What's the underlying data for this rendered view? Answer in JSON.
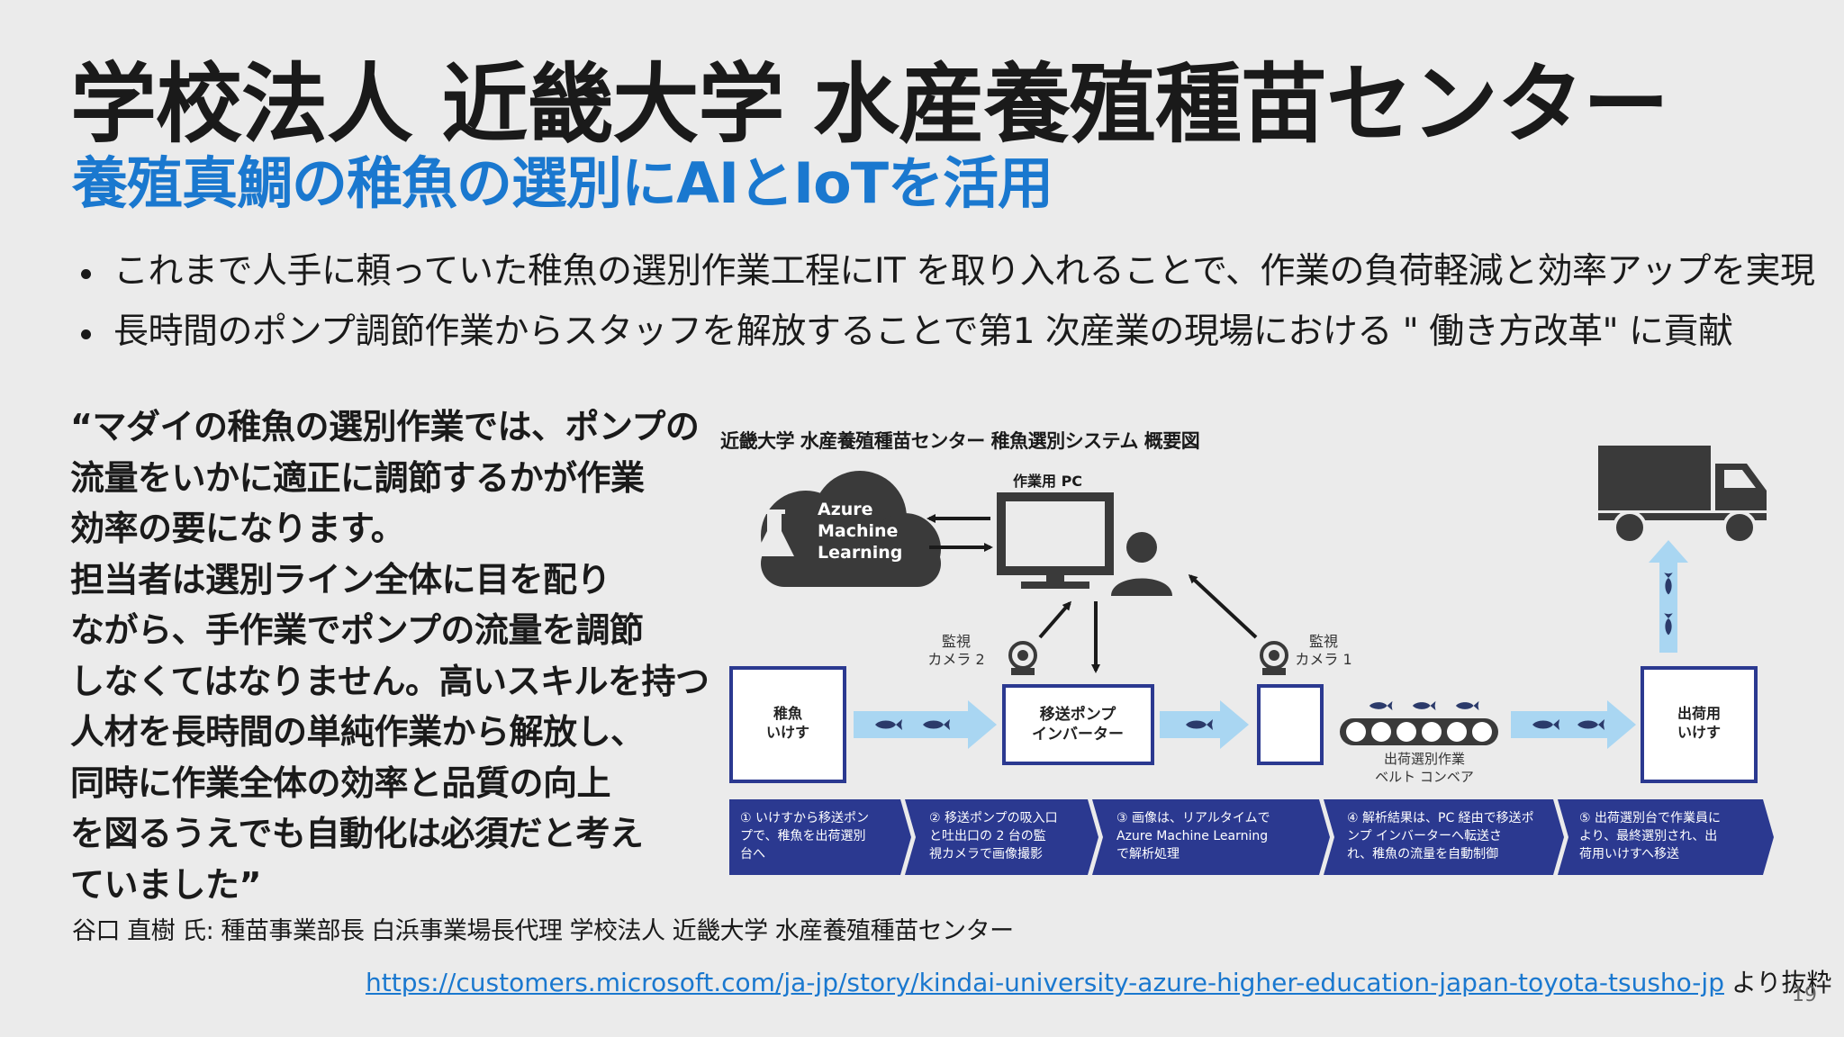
{
  "slide": {
    "title": "学校法人 近畿大学 水産養殖種苗センター",
    "subtitle": "養殖真鯛の稚魚の選別にAIとIoTを活用",
    "bullets": [
      "これまで人手に頼っていた稚魚の選別作業工程にIT を取り入れることで、作業の負荷軽減と効率アップを実現",
      "長時間のポンプ調節作業からスタッフを解放することで第1 次産業の現場における \" 働き方改革\" に貢献"
    ],
    "quote_lines": [
      "“マダイの稚魚の選別作業では、ポンプの",
      "流量をいかに適正に調節するかが作業",
      "効率の要になります。",
      "担当者は選別ライン全体に目を配り",
      "ながら、手作業でポンプの流量を調節",
      "しなくてはなりません。高いスキルを持つ",
      "人材を長時間の単純作業から解放し、",
      "同時に作業全体の効率と品質の向上",
      "を図るうえでも自動化は必須だと考え",
      "ていました”"
    ],
    "attribution": "谷口 直樹 氏: 種苗事業部長 白浜事業場長代理 学校法人 近畿大学 水産養殖種苗センター",
    "source_url": "https://customers.microsoft.com/ja-jp/story/kindai-university-azure-higher-education-japan-toyota-tsusho-jp",
    "source_suffix": "より抜粋",
    "page_number": "19"
  },
  "diagram": {
    "title": "近畿大学 水産養殖種苗センター 稚魚選別システム 概要図",
    "cloud_lines": [
      "Azure",
      "Machine",
      "Learning"
    ],
    "pc_label": "作業用 PC",
    "camera2": [
      "監視",
      "カメラ 2"
    ],
    "camera1": [
      "監視",
      "カメラ 1"
    ],
    "box_fry": [
      "稚魚",
      "いけす"
    ],
    "box_pump": [
      "移送ポンプ",
      "インバーター"
    ],
    "box_ship": [
      "出荷用",
      "いけす"
    ],
    "conveyor": [
      "出荷選別作業",
      "ベルト コンベア"
    ],
    "steps": [
      [
        "① いけすから移送ポン",
        "プで、稚魚を出荷選別",
        "台へ"
      ],
      [
        "② 移送ポンプの吸入口",
        "と吐出口の 2 台の監",
        "視カメラで画像撮影"
      ],
      [
        "③ 画像は、リアルタイムで",
        "Azure Machine Learning",
        "で解析処理"
      ],
      [
        "④ 解析結果は、PC 経由で移送ポ",
        "ンプ インバーターへ転送さ",
        "れ、稚魚の流量を自動制御"
      ],
      [
        "⑤ 出荷選別台で作業員に",
        "より、最終選別され、出",
        "荷用いけすへ移送"
      ]
    ],
    "colors": {
      "navy": "#2b3990",
      "arrow_light": "#a9d6f2",
      "dark": "#3a3a3a",
      "blue_text": "#1a78cf"
    }
  }
}
